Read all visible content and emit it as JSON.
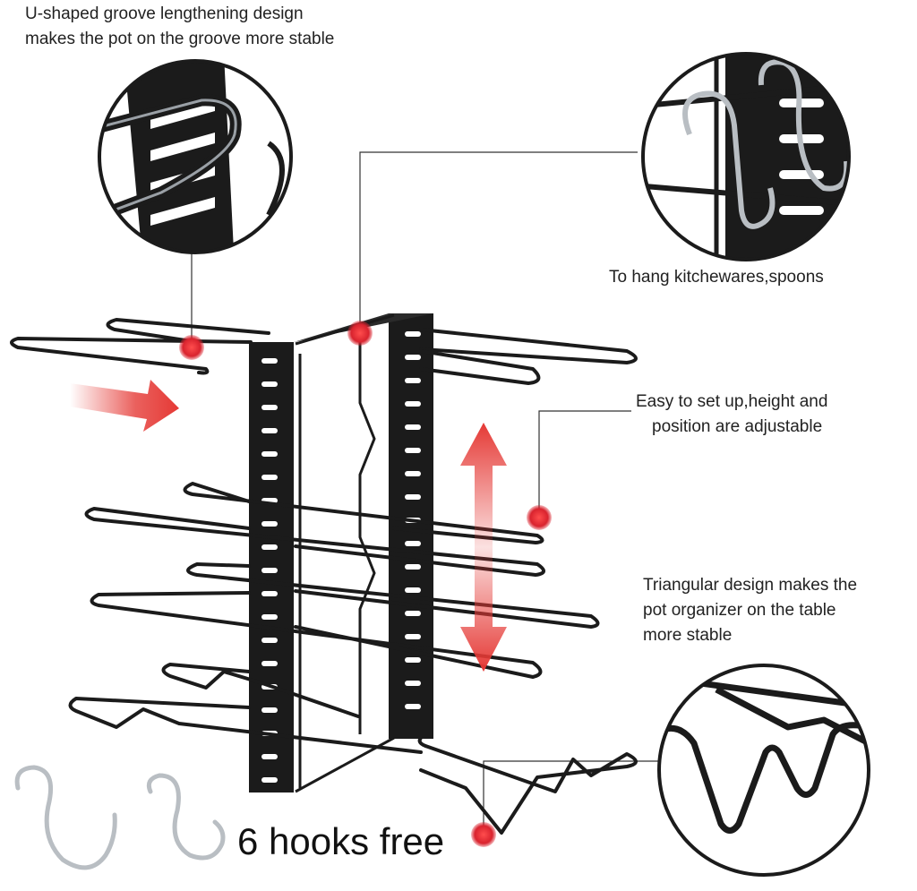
{
  "colors": {
    "rack": "#1b1b1b",
    "accent_red": "#e53935",
    "marker_red": "#d9232e",
    "steel": "#b9bec3",
    "text": "#222222"
  },
  "captions": {
    "groove": [
      "U-shaped groove lengthening design",
      "makes the pot on the groove more stable"
    ],
    "hang": "To hang kitchewares,spoons",
    "adjust": [
      "Easy to set up,height and",
      "position are adjustable"
    ],
    "triangular": [
      "Triangular design makes the",
      "pot organizer on the table",
      "more stable"
    ],
    "hooks_free": "6 hooks free"
  },
  "icons": [
    "u-groove-detail",
    "hanging-hooks-detail",
    "triangular-base-detail",
    "s-hook-icon",
    "arrow-right-icon",
    "arrow-updown-icon"
  ]
}
